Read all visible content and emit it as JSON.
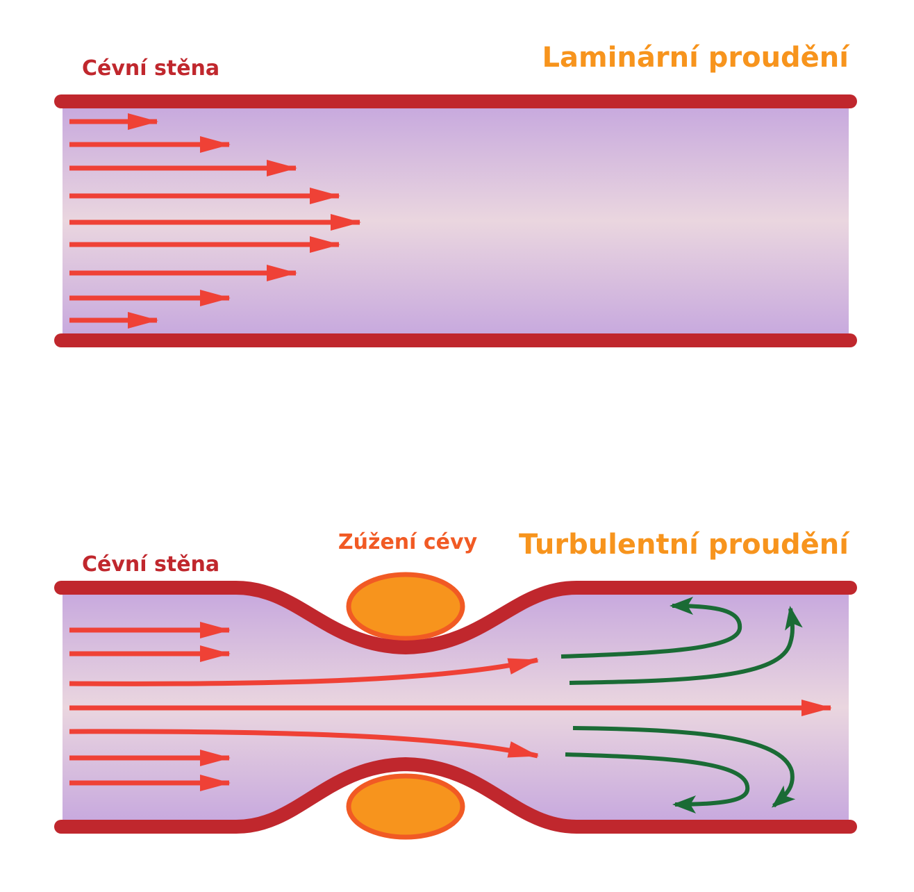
{
  "laminar": {
    "wall_label": "Cévní stěna",
    "title": "Laminární proudění"
  },
  "turbulent": {
    "wall_label": "Cévní stěna",
    "stenosis_label": "Zúžení cévy",
    "title": "Turbulentní proudění"
  },
  "colors": {
    "wall": "#c0272d",
    "flow_arrow": "#ef4136",
    "eddy_arrow": "#1a6b35",
    "title": "#f7941d",
    "plaque_fill": "#f7941d",
    "plaque_stroke": "#f15a24",
    "lumen_edge": "#c6a7de",
    "lumen_center": "#ead6df"
  }
}
